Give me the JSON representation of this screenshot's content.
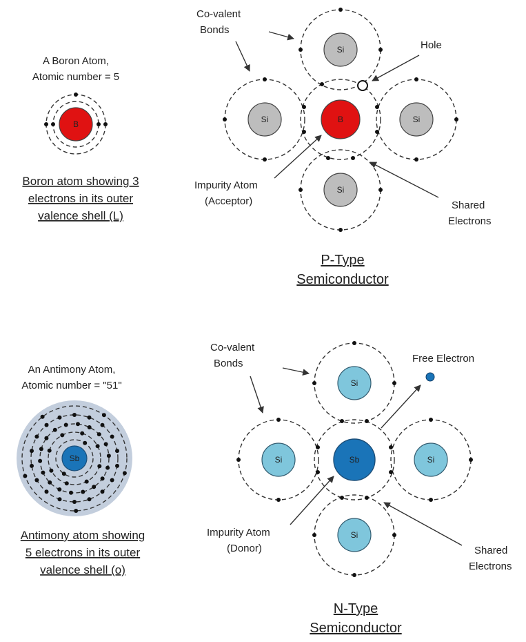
{
  "colors": {
    "silicon_p": "#bdbdbd",
    "boron": "#e01212",
    "silicon_n": "#7fc6dc",
    "antimony": "#1a74b8",
    "antimony_cloud": "#c3cedd",
    "free_electron": "#1a74b8"
  },
  "p_section": {
    "boron_atom_line1": "A Boron Atom,",
    "boron_atom_line2": "Atomic number = 5",
    "boron_symbol": "B",
    "boron_caption_line1": "Boron atom showing 3",
    "boron_caption_line2": "electrons in its outer",
    "boron_caption_line3": "valence shell (L)",
    "covalent_line1": "Co-valent",
    "covalent_line2": "Bonds",
    "hole_label": "Hole",
    "impurity_line1": "Impurity Atom",
    "impurity_line2": "(Acceptor)",
    "shared_line1": "Shared",
    "shared_line2": "Electrons",
    "silicon_symbol": "Si",
    "center_symbol": "B",
    "title_line1": "P-Type",
    "title_line2": "Semiconductor"
  },
  "n_section": {
    "antimony_atom_line1": "An Antimony Atom,",
    "antimony_atom_line2": "Atomic number = \"51\"",
    "antimony_symbol": "Sb",
    "antimony_caption_line1": "Antimony atom showing",
    "antimony_caption_line2": "5 electrons in its outer",
    "antimony_caption_line3": "valence shell (o)",
    "covalent_line1": "Co-valent",
    "covalent_line2": "Bonds",
    "free_electron_label": "Free Electron",
    "impurity_line1": "Impurity Atom",
    "impurity_line2": "(Donor)",
    "shared_line1": "Shared",
    "shared_line2": "Electrons",
    "silicon_symbol": "Si",
    "center_symbol": "Sb",
    "title_line1": "N-Type",
    "title_line2": "Semiconductor"
  }
}
